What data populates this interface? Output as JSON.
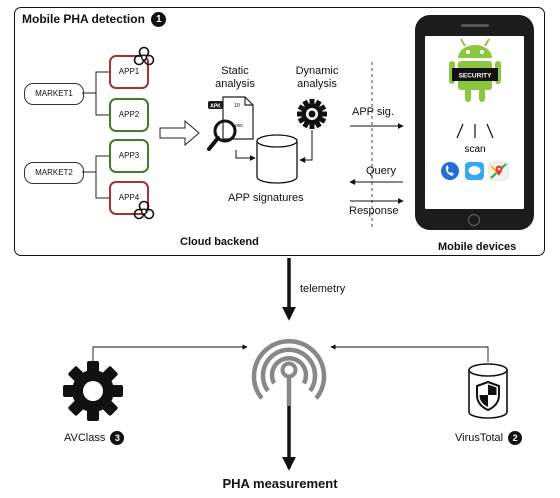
{
  "panel": {
    "title": "Mobile PHA detection",
    "title_badge": "1",
    "cloud_label": "Cloud backend",
    "mobile_label": "Mobile devices"
  },
  "markets": [
    "MARKET1",
    "MARKET2"
  ],
  "apps": [
    {
      "label": "APP1",
      "malicious": true
    },
    {
      "label": "APP2",
      "malicious": false
    },
    {
      "label": "APP3",
      "malicious": false
    },
    {
      "label": "APP4",
      "malicious": true
    }
  ],
  "analysis": {
    "static_line1": "Static",
    "static_line2": "analysis",
    "dynamic_line1": "Dynamic",
    "dynamic_line2": "analysis",
    "apk_tag": "APK",
    "doc_num1": "10",
    "doc_num2": "1.000",
    "db_label": "APP signatures"
  },
  "comms": {
    "app_sig": "APP sig.",
    "query": "Query",
    "response": "Response"
  },
  "phone": {
    "badge": "SECURITY",
    "scan": "scan"
  },
  "flow": {
    "telemetry": "telemetry",
    "avclass": "AVClass",
    "avclass_badge": "3",
    "virustotal": "VirusTotal",
    "virustotal_badge": "2",
    "measurement": "PHA measurement"
  },
  "colors": {
    "malicious_border": "#a83232",
    "benign_border": "#3f7d2c",
    "android_green": "#8cc63f",
    "phone_body": "#1c1c1c",
    "call_icon": "#1f6fd6",
    "chat_icon": "#33aaf0"
  }
}
